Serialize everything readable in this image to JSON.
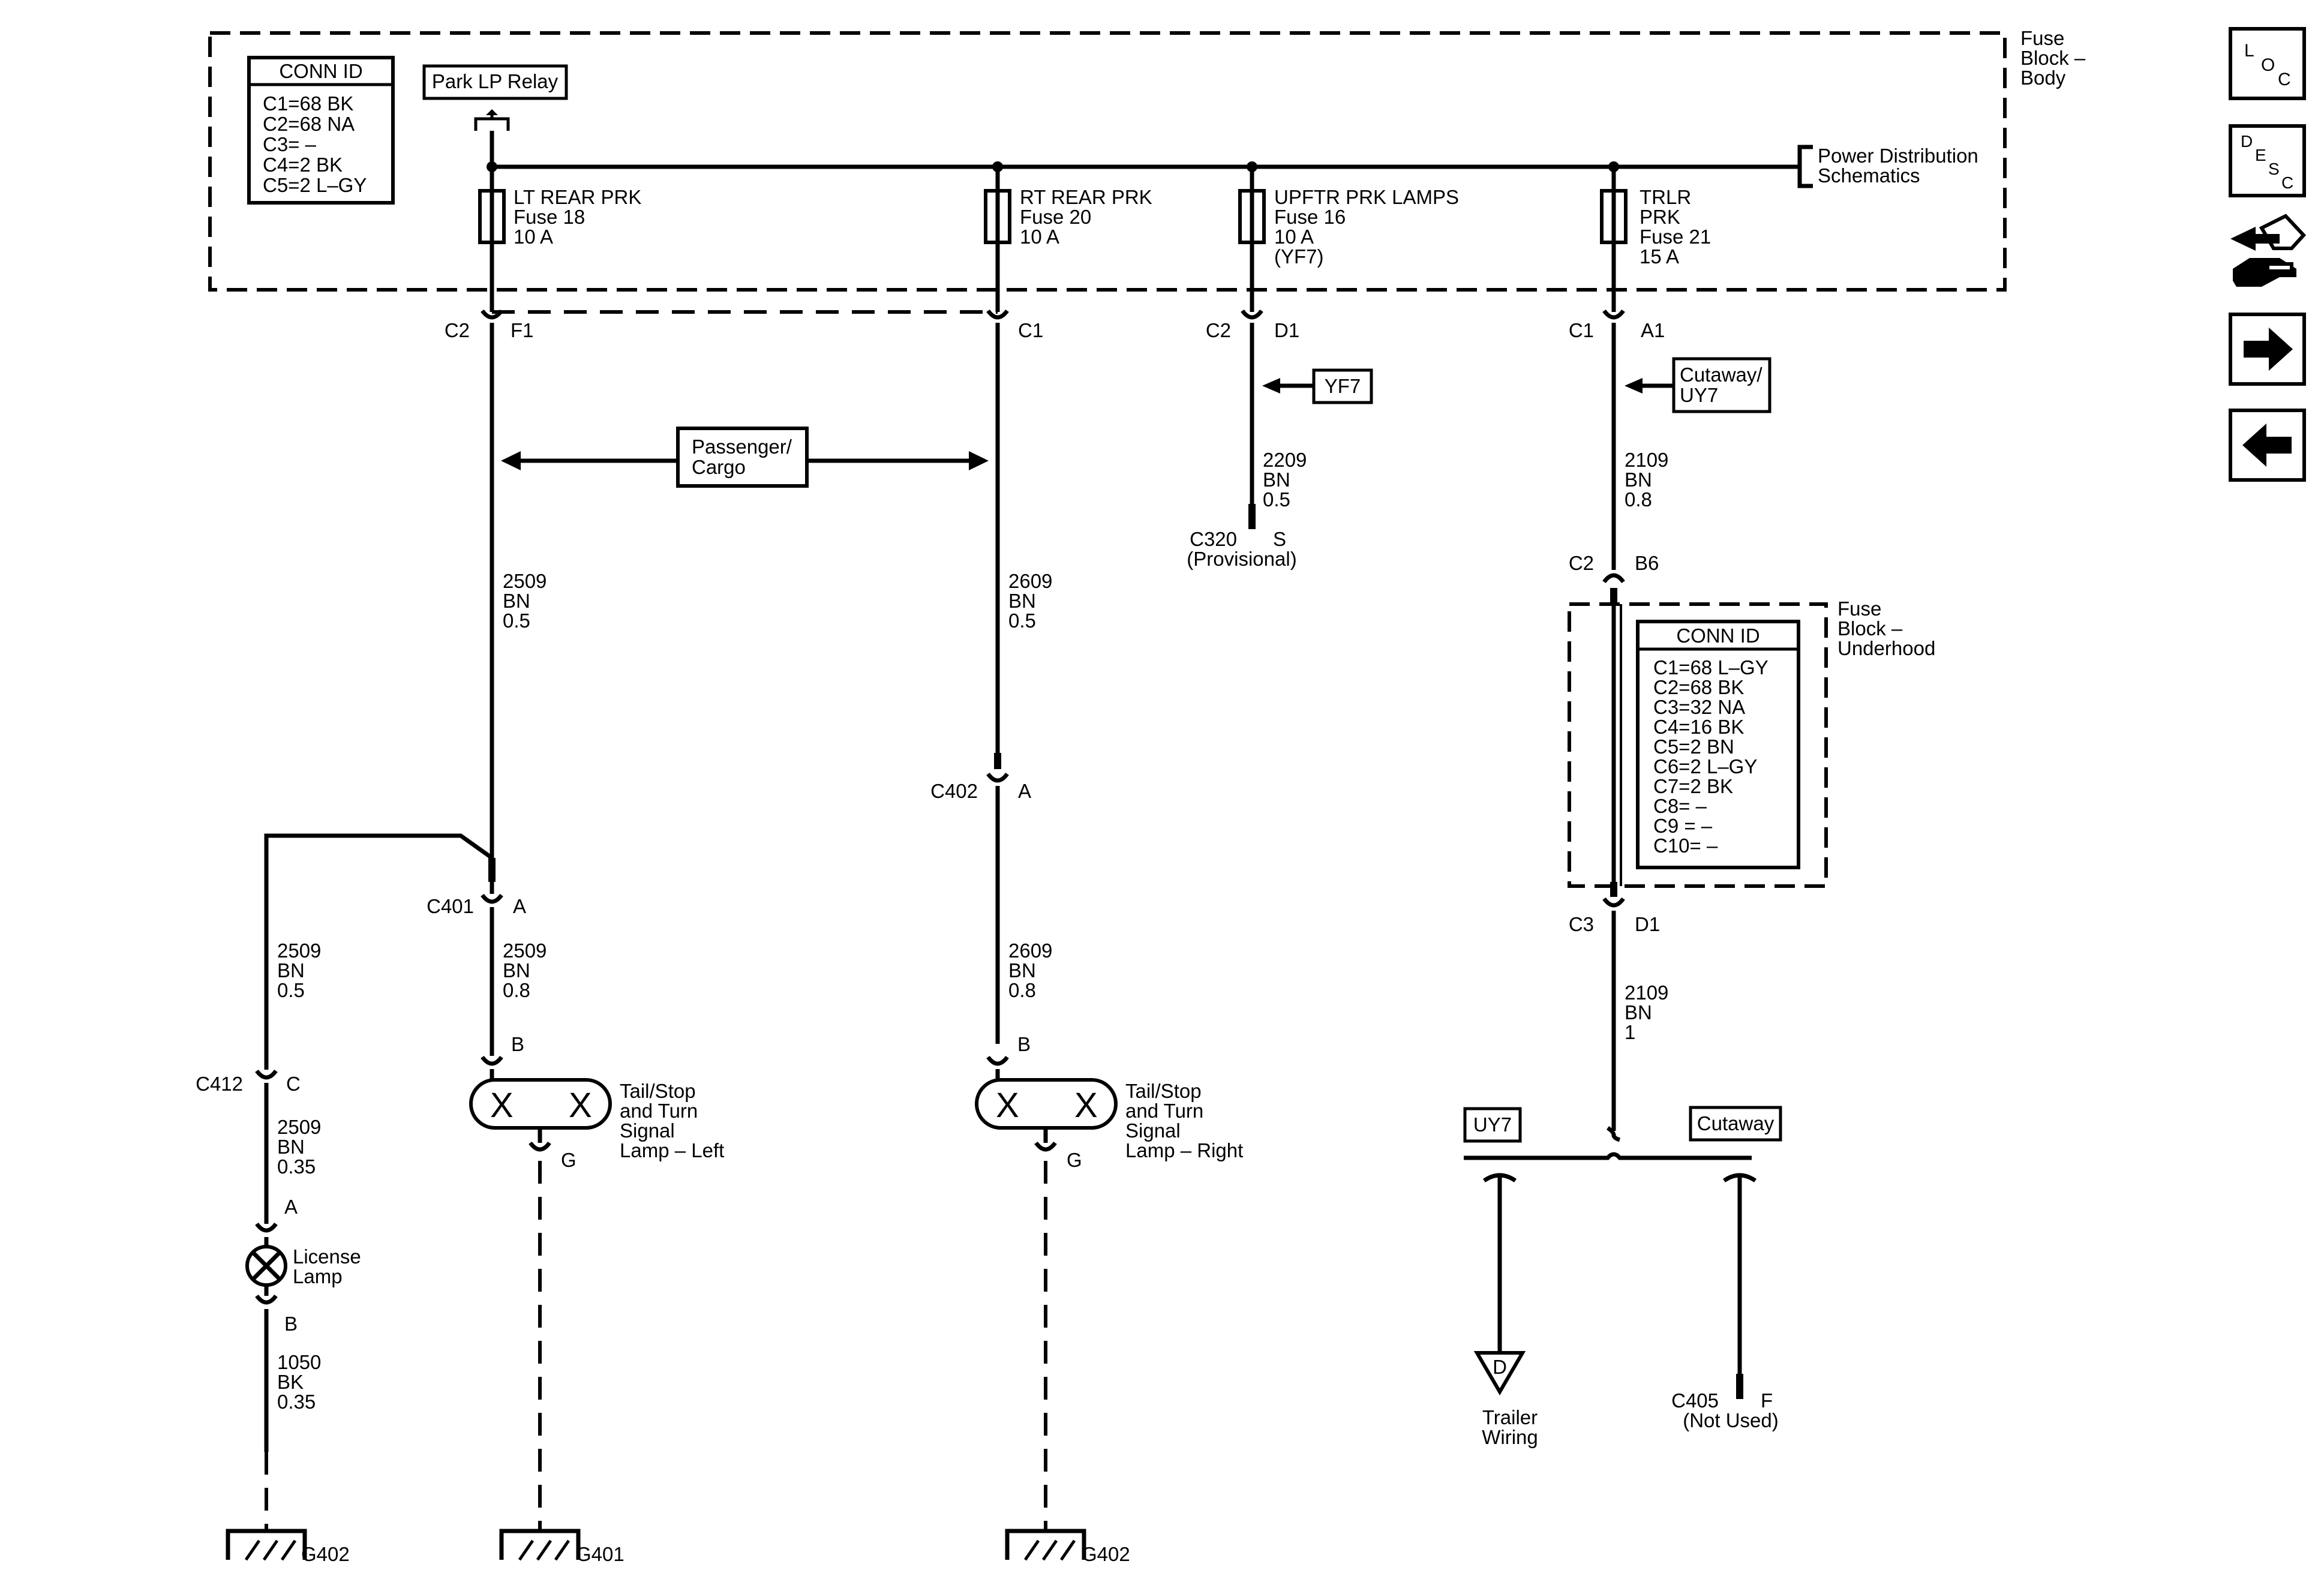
{
  "fuse_block_body": {
    "title_lines": [
      "Fuse",
      "Block –",
      "Body"
    ],
    "conn_id": {
      "header": "CONN ID",
      "lines": [
        "C1=68 BK",
        "C2=68 NA",
        "C3= –",
        "C4=2 BK",
        "C5=2 L–GY"
      ]
    },
    "park_relay": "Park LP Relay",
    "power_dist": [
      "Power Distribution",
      "Schematics"
    ],
    "fuses": [
      {
        "lines": [
          "LT REAR PRK",
          "Fuse 18",
          "10 A"
        ]
      },
      {
        "lines": [
          "RT REAR PRK",
          "Fuse 20",
          "10 A"
        ]
      },
      {
        "lines": [
          "UPFTR PRK LAMPS",
          "Fuse 16",
          "10 A",
          "(YF7)"
        ]
      },
      {
        "lines": [
          "TRLR",
          "PRK",
          "Fuse 21",
          "15 A"
        ]
      }
    ]
  },
  "connectors": {
    "c2": "C2",
    "f1": "F1",
    "c1a": "C1",
    "c2b": "C2",
    "d1a": "D1",
    "c1b": "C1",
    "a1": "A1",
    "c2c": "C2",
    "b6": "B6",
    "c3": "C3",
    "d1b": "D1",
    "c402": "C402",
    "a_402": "A",
    "c401": "C401",
    "a_401": "A",
    "c412": "C412",
    "c_412": "C",
    "b_left": "B",
    "g_left": "G",
    "b_right": "B",
    "g_right": "G",
    "a_lic": "A",
    "b_lic": "B",
    "c320": "C320",
    "s_320": "S",
    "c320_note": "(Provisional)",
    "c405": "C405",
    "f_405": "F",
    "c405_note": "(Not Used)"
  },
  "option_tags": {
    "yf7": "YF7",
    "cutaway_uy7": [
      "Cutaway/",
      "UY7"
    ],
    "passenger_cargo": [
      "Passenger/",
      "Cargo"
    ],
    "uy7": "UY7",
    "cutaway": "Cutaway"
  },
  "wires": {
    "w2209": [
      "2209",
      "BN",
      "0.5"
    ],
    "w2109a": [
      "2109",
      "BN",
      "0.8"
    ],
    "w2509a": [
      "2509",
      "BN",
      "0.5"
    ],
    "w2609a": [
      "2609",
      "BN",
      "0.5"
    ],
    "w2509b": [
      "2509",
      "BN",
      "0.5"
    ],
    "w2509c": [
      "2509",
      "BN",
      "0.8"
    ],
    "w2609b": [
      "2609",
      "BN",
      "0.8"
    ],
    "w2109b": [
      "2109",
      "BN",
      "1"
    ],
    "w2509d": [
      "2509",
      "BN",
      "0.35"
    ],
    "w1050": [
      "1050",
      "BK",
      "0.35"
    ]
  },
  "fuse_block_underhood": {
    "title_lines": [
      "Fuse",
      "Block –",
      "Underhood"
    ],
    "conn_id": {
      "header": "CONN ID",
      "lines": [
        "C1=68 L–GY",
        "C2=68 BK",
        "C3=32 NA",
        "C4=16 BK",
        "C5=2 BN",
        "C6=2 L–GY",
        "C7=2 BK",
        "C8= –",
        "C9 = –",
        "C10= –"
      ]
    }
  },
  "components": {
    "lamp_left": [
      "Tail/Stop",
      "and Turn",
      "Signal",
      "Lamp – Left"
    ],
    "lamp_right": [
      "Tail/Stop",
      "and Turn",
      "Signal",
      "Lamp – Right"
    ],
    "license": [
      "License",
      "Lamp"
    ],
    "trailer": [
      "Trailer",
      "Wiring"
    ],
    "trailer_ref": "D"
  },
  "grounds": {
    "g402_left": "G402",
    "g401": "G401",
    "g402_right": "G402"
  },
  "nav": {
    "loc": [
      "L",
      "O",
      "C"
    ],
    "desc": [
      "D",
      "E",
      "S",
      "C"
    ],
    "items": [
      "loc",
      "desc",
      "harness",
      "next",
      "previous"
    ]
  }
}
